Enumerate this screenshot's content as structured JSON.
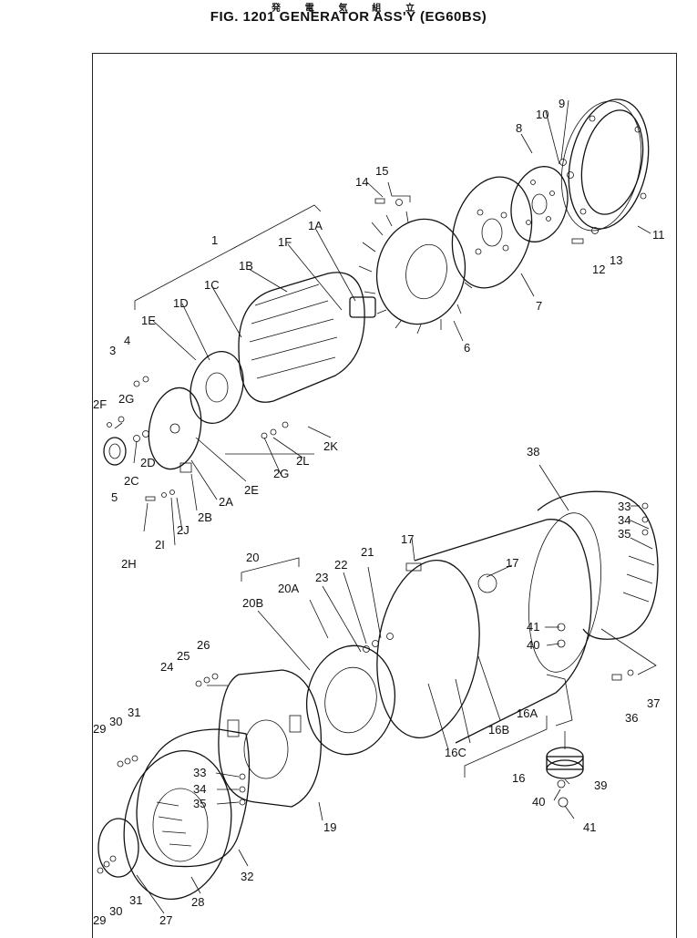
{
  "header": {
    "kanji": "発 電 気 組 立",
    "title": "FIG. 1201  GENERATOR ASS'Y (EG60BS)"
  },
  "labels": [
    {
      "id": "l1",
      "text": "1"
    },
    {
      "id": "l1A",
      "text": "1A"
    },
    {
      "id": "l1B",
      "text": "1B"
    },
    {
      "id": "l1C",
      "text": "1C"
    },
    {
      "id": "l1D",
      "text": "1D"
    },
    {
      "id": "l1E",
      "text": "1E"
    },
    {
      "id": "l1F",
      "text": "1F"
    },
    {
      "id": "l2A",
      "text": "2A"
    },
    {
      "id": "l2B",
      "text": "2B"
    },
    {
      "id": "l2C",
      "text": "2C"
    },
    {
      "id": "l2D",
      "text": "2D"
    },
    {
      "id": "l2E",
      "text": "2E"
    },
    {
      "id": "l2F",
      "text": "2F"
    },
    {
      "id": "l2G1",
      "text": "2G"
    },
    {
      "id": "l2G2",
      "text": "2G"
    },
    {
      "id": "l2H",
      "text": "2H"
    },
    {
      "id": "l2I",
      "text": "2I"
    },
    {
      "id": "l2J",
      "text": "2J"
    },
    {
      "id": "l2K",
      "text": "2K"
    },
    {
      "id": "l2L",
      "text": "2L"
    },
    {
      "id": "l3",
      "text": "3"
    },
    {
      "id": "l4",
      "text": "4"
    },
    {
      "id": "l5",
      "text": "5"
    },
    {
      "id": "l6",
      "text": "6"
    },
    {
      "id": "l7",
      "text": "7"
    },
    {
      "id": "l8",
      "text": "8"
    },
    {
      "id": "l9",
      "text": "9"
    },
    {
      "id": "l10",
      "text": "10"
    },
    {
      "id": "l11",
      "text": "11"
    },
    {
      "id": "l12",
      "text": "12"
    },
    {
      "id": "l13",
      "text": "13"
    },
    {
      "id": "l14",
      "text": "14"
    },
    {
      "id": "l15",
      "text": "15"
    },
    {
      "id": "l16",
      "text": "16"
    },
    {
      "id": "l16A",
      "text": "16A"
    },
    {
      "id": "l16B",
      "text": "16B"
    },
    {
      "id": "l16C",
      "text": "16C"
    },
    {
      "id": "l17a",
      "text": "17"
    },
    {
      "id": "l17b",
      "text": "17"
    },
    {
      "id": "l19",
      "text": "19"
    },
    {
      "id": "l20",
      "text": "20"
    },
    {
      "id": "l20A",
      "text": "20A"
    },
    {
      "id": "l20B",
      "text": "20B"
    },
    {
      "id": "l21",
      "text": "21"
    },
    {
      "id": "l22",
      "text": "22"
    },
    {
      "id": "l23",
      "text": "23"
    },
    {
      "id": "l24",
      "text": "24"
    },
    {
      "id": "l25",
      "text": "25"
    },
    {
      "id": "l26",
      "text": "26"
    },
    {
      "id": "l27",
      "text": "27"
    },
    {
      "id": "l28",
      "text": "28"
    },
    {
      "id": "l29a",
      "text": "29"
    },
    {
      "id": "l29b",
      "text": "29"
    },
    {
      "id": "l30a",
      "text": "30"
    },
    {
      "id": "l30b",
      "text": "30"
    },
    {
      "id": "l31a",
      "text": "31"
    },
    {
      "id": "l31b",
      "text": "31"
    },
    {
      "id": "l32",
      "text": "32"
    },
    {
      "id": "l33a",
      "text": "33"
    },
    {
      "id": "l33b",
      "text": "33"
    },
    {
      "id": "l34a",
      "text": "34"
    },
    {
      "id": "l34b",
      "text": "34"
    },
    {
      "id": "l35a",
      "text": "35"
    },
    {
      "id": "l35b",
      "text": "35"
    },
    {
      "id": "l36",
      "text": "36"
    },
    {
      "id": "l37",
      "text": "37"
    },
    {
      "id": "l38",
      "text": "38"
    },
    {
      "id": "l39",
      "text": "39"
    },
    {
      "id": "l40a",
      "text": "40"
    },
    {
      "id": "l40b",
      "text": "40"
    },
    {
      "id": "l41a",
      "text": "41"
    },
    {
      "id": "l41b",
      "text": "41"
    }
  ]
}
